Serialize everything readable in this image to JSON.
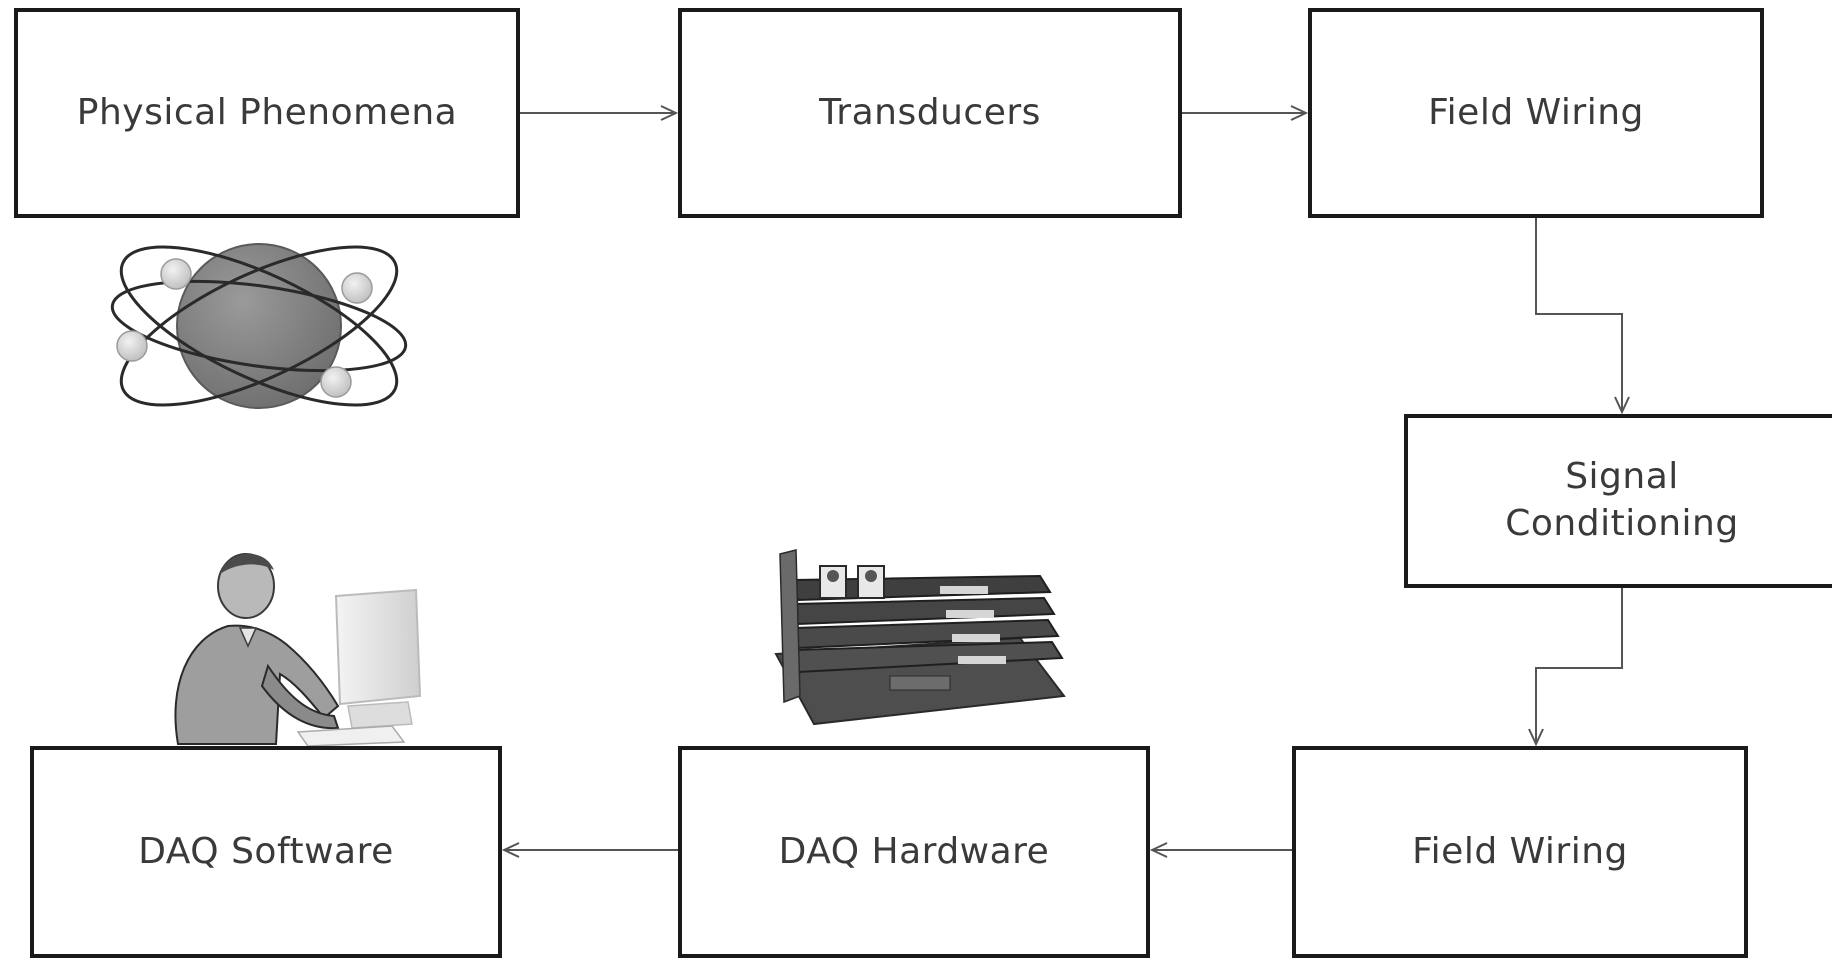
{
  "colors": {
    "box_border": "#1a1a1a",
    "box_text": "#3a3a3a",
    "arrow": "#555555",
    "background": "#ffffff"
  },
  "boxes": {
    "physical_phenomena": "Physical Phenomena",
    "transducers": "Transducers",
    "field_wiring_top": "Field Wiring",
    "signal_conditioning": "Signal\nConditioning",
    "field_wiring_bottom": "Field Wiring",
    "daq_hardware": "DAQ Hardware",
    "daq_software": "DAQ Software"
  },
  "illustrations": {
    "atom": "atom-icon",
    "person": "person-at-computer-icon",
    "hardware": "daq-circuit-boards-icon"
  }
}
